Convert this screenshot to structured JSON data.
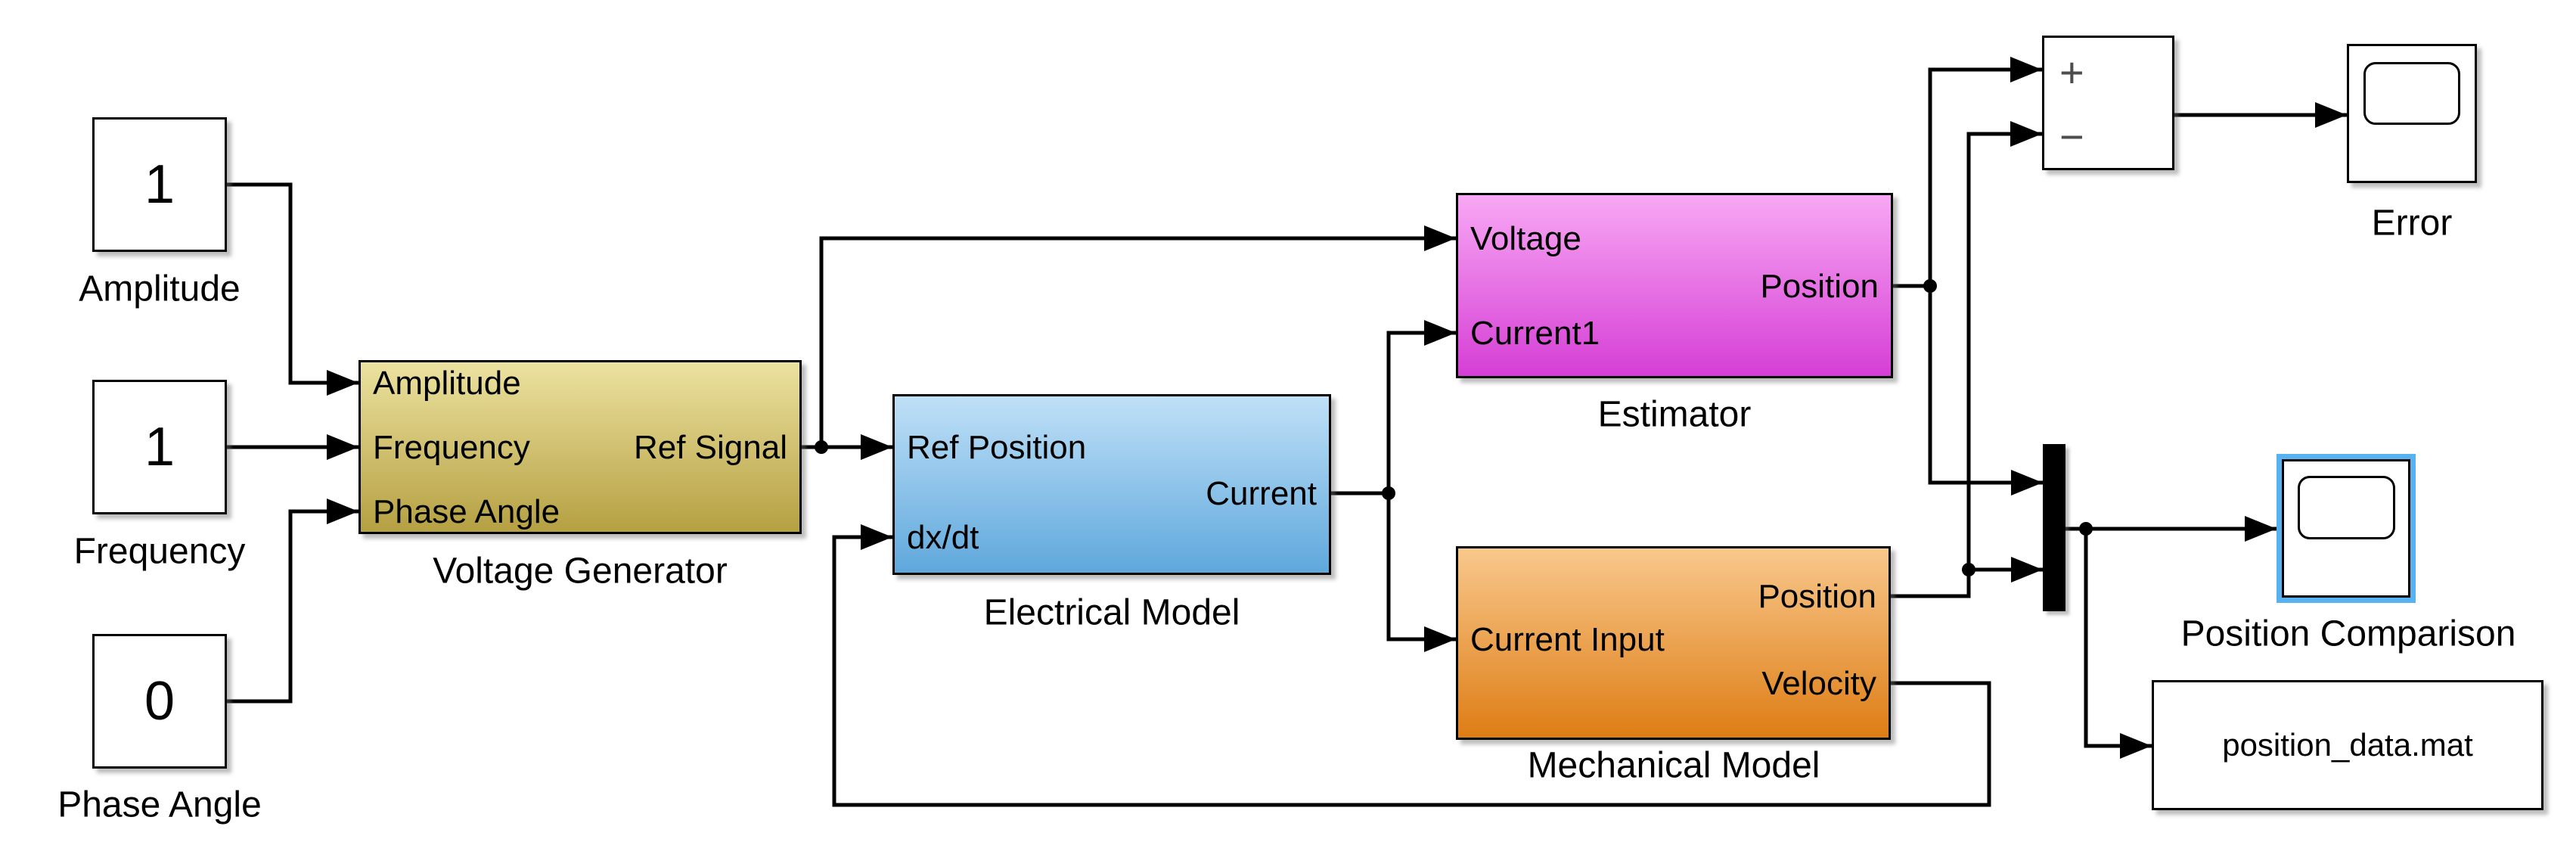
{
  "diagram": {
    "background_color": "#FFFFFF",
    "wire_color": "#000000",
    "constants": [
      {
        "value": "1",
        "label": "Amplitude"
      },
      {
        "value": "1",
        "label": "Frequency"
      },
      {
        "value": "0",
        "label": "Phase Angle"
      }
    ],
    "subsystems": {
      "voltage_generator": {
        "label": "Voltage Generator",
        "ports_in": [
          "Amplitude",
          "Frequency",
          "Phase Angle"
        ],
        "ports_out": [
          "Ref Signal"
        ],
        "color_top": "#ECE2A0",
        "color_bottom": "#B5A042"
      },
      "electrical_model": {
        "label": "Electrical Model",
        "ports_in": [
          "Ref Position",
          "dx/dt"
        ],
        "ports_out": [
          "Current"
        ],
        "color_top": "#BFE0F7",
        "color_bottom": "#5FA8DC"
      },
      "estimator": {
        "label": "Estimator",
        "ports_in": [
          "Voltage",
          "Current1"
        ],
        "ports_out": [
          "Position"
        ],
        "color_top": "#F8A8F4",
        "color_bottom": "#D53ED5"
      },
      "mechanical_model": {
        "label": "Mechanical Model",
        "ports_in": [
          "Current Input"
        ],
        "ports_out": [
          "Position",
          "Velocity"
        ],
        "color_top": "#F8C88C",
        "color_bottom": "#DE7D15"
      }
    },
    "sum_block": {
      "plus_sign": "+",
      "minus_sign": "−"
    },
    "scopes": {
      "error": {
        "label": "Error"
      },
      "position_comparison": {
        "label": "Position Comparison",
        "selected": true,
        "selection_color": "#58B2F0"
      }
    },
    "to_file": {
      "filename": "position_data.mat"
    }
  }
}
